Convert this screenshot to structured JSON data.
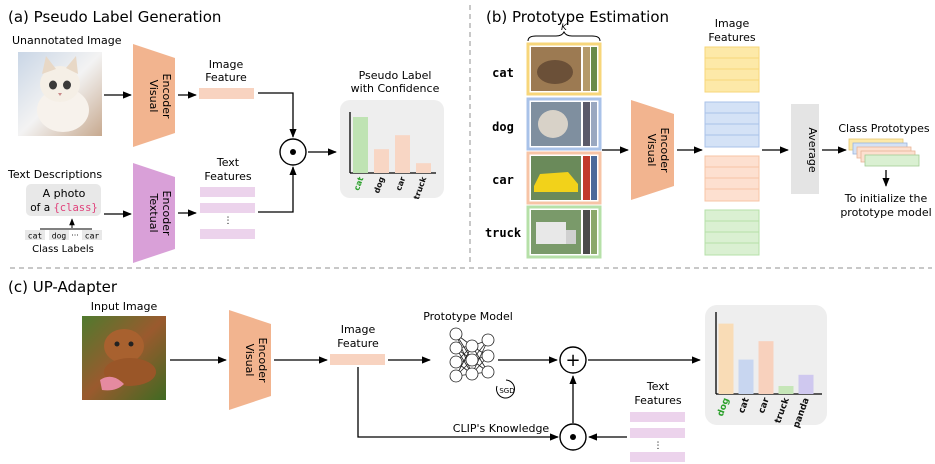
{
  "panel_a": {
    "title": "(a) Pseudo Label Generation",
    "unannotated_image_label": "Unannotated Image",
    "visual_encoder": [
      "Visual",
      "Encoder"
    ],
    "image_feature_label": [
      "Image",
      "Feature"
    ],
    "pseudo_label_title": [
      "Pseudo Label",
      "with Confidence"
    ],
    "text_descriptions_label": "Text Descriptions",
    "prompt_line1": "A photo",
    "prompt_line2_prefix": "of a ",
    "prompt_class_token": "{class}",
    "class_labels": [
      "cat",
      "dog",
      "···",
      "car"
    ],
    "class_labels_caption": "Class Labels",
    "textual_encoder": [
      "Textual",
      "Encoder"
    ],
    "text_features_label": [
      "Text",
      "Features"
    ],
    "vertical_dots": "⋮",
    "product_symbol": "⊙"
  },
  "panel_b": {
    "title": "(b) Prototype Estimation",
    "k_label": "K",
    "classes": [
      "cat",
      "dog",
      "car",
      "truck"
    ],
    "image_features_label": [
      "Image",
      "Features"
    ],
    "visual_encoder": [
      "Visual",
      "Encoder"
    ],
    "average_label": "Average",
    "class_prototypes_label": "Class Prototypes",
    "initialize_text": [
      "To initialize the",
      "prototype model"
    ]
  },
  "panel_c": {
    "title": "(c) UP-Adapter",
    "input_image_label": "Input Image",
    "visual_encoder": [
      "Visual",
      "Encoder"
    ],
    "image_feature_label": [
      "Image",
      "Feature"
    ],
    "prototype_model_label": "Prototype Model",
    "sgd_label": "SGD",
    "clip_knowledge_label": "CLIP's Knowledge",
    "text_features_label": [
      "Text",
      "Features"
    ],
    "vertical_dots": "⋮",
    "plus_symbol": "+",
    "product_symbol": "⊙"
  },
  "colors": {
    "visual_encoder": "#f2b48f",
    "textual_encoder": "#d9a0d8",
    "image_feature": "#f8d3c0",
    "text_feature": "#ecd3ec",
    "cat": "#f7d67a",
    "dog": "#a9c2e8",
    "car": "#f7c4a6",
    "truck": "#b6e0a8",
    "green_label": "#2ca02c",
    "class_token": "#e0407a",
    "panel_bg": "#eeeeee"
  },
  "chart_data": [
    {
      "type": "bar",
      "title": "Pseudo Label with Confidence",
      "categories": [
        "cat",
        "dog",
        "car",
        "truck"
      ],
      "values": [
        0.8,
        0.34,
        0.54,
        0.14
      ],
      "colors": [
        "#bfe3b3",
        "#f8d6c4",
        "#f8d6c4",
        "#f8d6c4"
      ],
      "highlight": "cat",
      "ylim": [
        0,
        1
      ]
    },
    {
      "type": "bar",
      "categories": [
        "dog",
        "cat",
        "car",
        "truck",
        "panda"
      ],
      "values": [
        0.88,
        0.43,
        0.66,
        0.1,
        0.24
      ],
      "colors": [
        "#f9dcb6",
        "#c8d6f0",
        "#f8d1bd",
        "#c6e6b8",
        "#cfc8ef"
      ],
      "highlight": "dog",
      "ylim": [
        0,
        1
      ]
    }
  ]
}
